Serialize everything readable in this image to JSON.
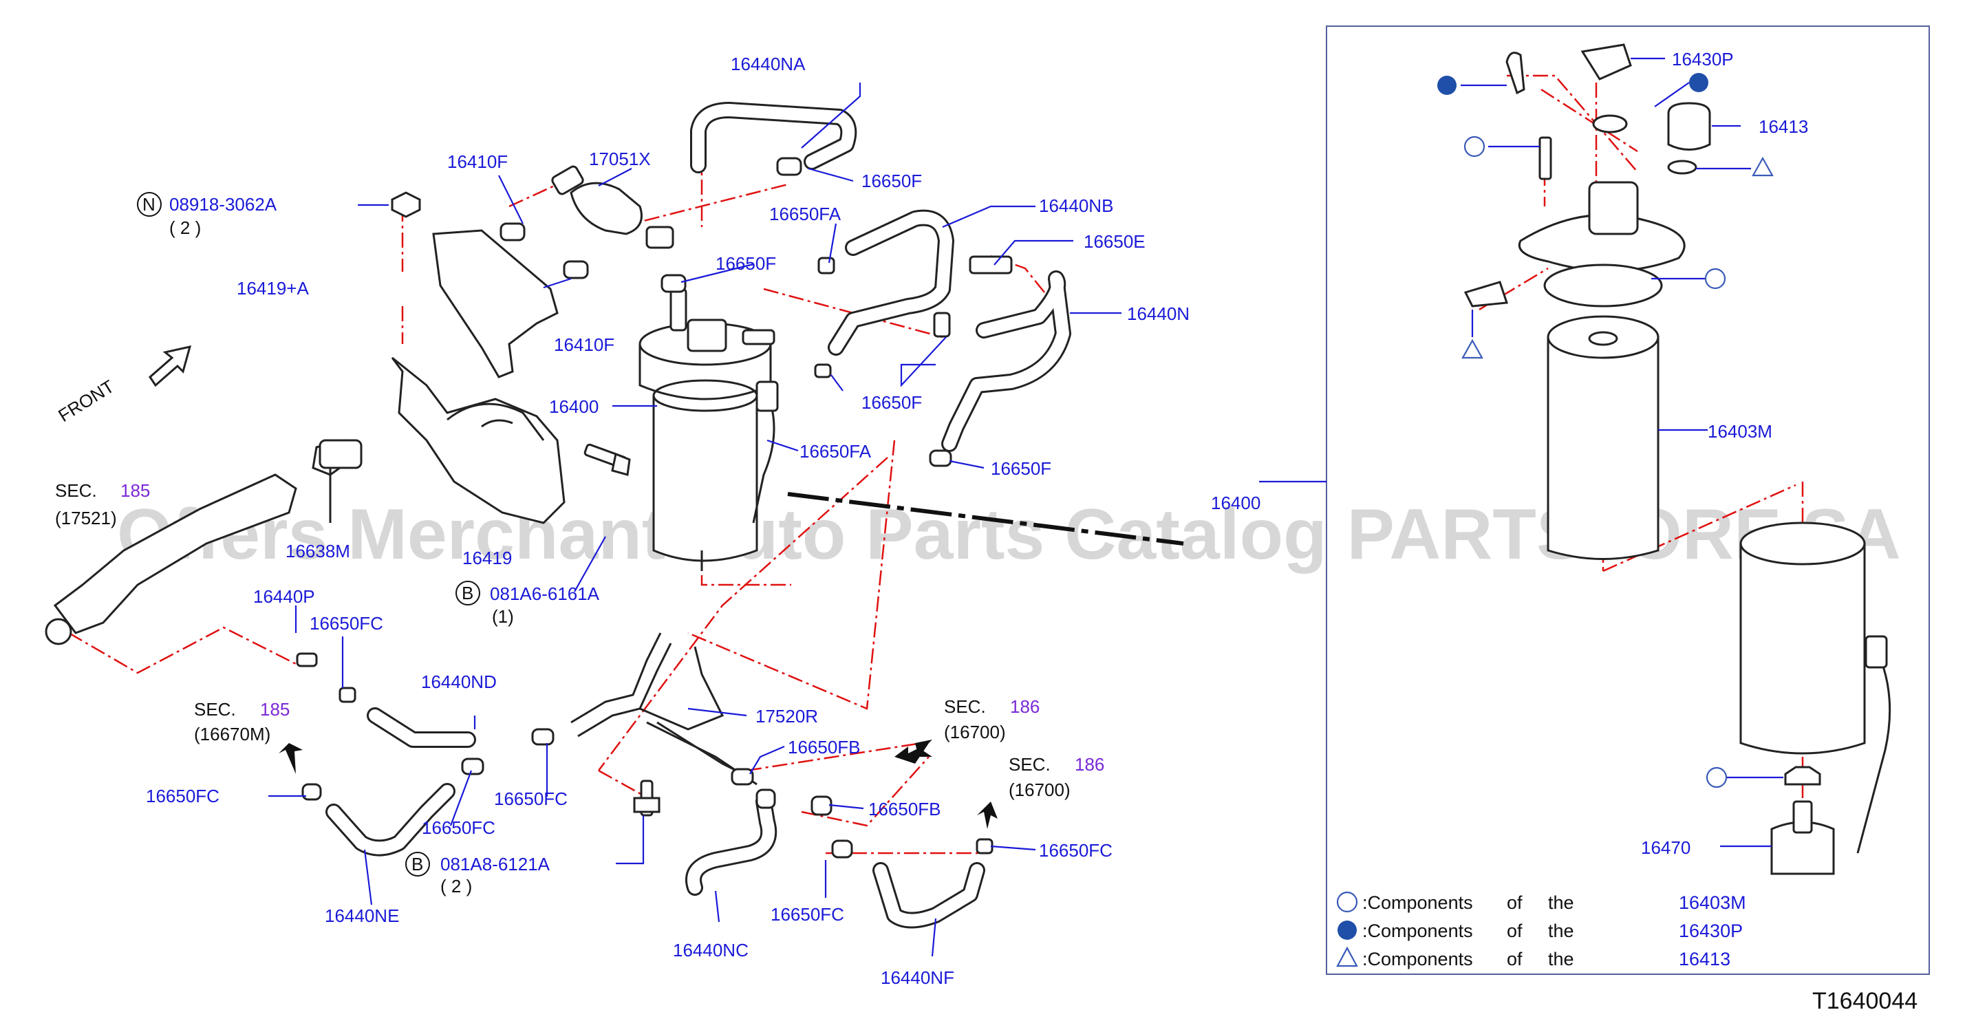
{
  "watermark": "Offers Merchant Auto Parts Catalog PARTSTORE.SA",
  "diagram_code": "T1640044",
  "front_label": "FRONT",
  "labels": {
    "l_16440NA": "16440NA",
    "l_17051X": "17051X",
    "l_16410F_a": "16410F",
    "l_16650F_a": "16650F",
    "l_08918": "08918-3062A",
    "l_08918_qty": "( 2 )",
    "l_16650FA_a": "16650FA",
    "l_16440NB": "16440NB",
    "l_16650F_b": "16650F",
    "l_16650E": "16650E",
    "l_16419A": "16419+A",
    "l_16410F_b": "16410F",
    "l_16440N": "16440N",
    "l_16400": "16400",
    "l_16650F_c": "16650F",
    "l_16650FA_b": "16650FA",
    "l_16650F_d": "16650F",
    "l_16419": "16419",
    "l_081A6": "081A6-6161A",
    "l_081A6_qty": "(1)",
    "l_16638M": "16638M",
    "l_16440P": "16440P",
    "l_16650FC_a": "16650FC",
    "l_16440ND": "16440ND",
    "l_17520R": "17520R",
    "l_16650FB_a": "16650FB",
    "l_16650FC_b": "16650FC",
    "l_16650FC_c": "16650FC",
    "l_16650FC_d": "16650FC",
    "l_16650FB_b": "16650FB",
    "l_16650FC_e": "16650FC",
    "l_081A8": "081A8-6121A",
    "l_081A8_qty": "( 2 )",
    "l_16440NE": "16440NE",
    "l_16440NC": "16440NC",
    "l_16650FC_f": "16650FC",
    "l_16440NF": "16440NF",
    "l_16400_box": "16400",
    "l_16430P": "16430P",
    "l_16413": "16413",
    "l_16403M": "16403M",
    "l_16470": "16470"
  },
  "circle_marks": {
    "n_mark": "N",
    "b_mark_1": "B",
    "b_mark_2": "B"
  },
  "sections": [
    {
      "prefix": "SEC.",
      "number": "185",
      "part": "(17521)"
    },
    {
      "prefix": "SEC.",
      "number": "185",
      "part": "(16670M)"
    },
    {
      "prefix": "SEC.",
      "number": "186",
      "part": "(16700)"
    },
    {
      "prefix": "SEC.",
      "number": "186",
      "part": "(16700)"
    }
  ],
  "legend": [
    {
      "symbol": "open-circle",
      "text": ":Components",
      "of": "of",
      "the": "the",
      "part": "16403M"
    },
    {
      "symbol": "filled-circle",
      "text": ":Components",
      "of": "of",
      "the": "the",
      "part": "16430P"
    },
    {
      "symbol": "triangle",
      "text": ":Components",
      "of": "of",
      "the": "the",
      "part": "16413"
    }
  ],
  "colors": {
    "label_blue": "#1a1ad8",
    "section_purple": "#7a2ad6",
    "dash_red": "#e01010",
    "filled_marker": "#1f4fa8"
  }
}
